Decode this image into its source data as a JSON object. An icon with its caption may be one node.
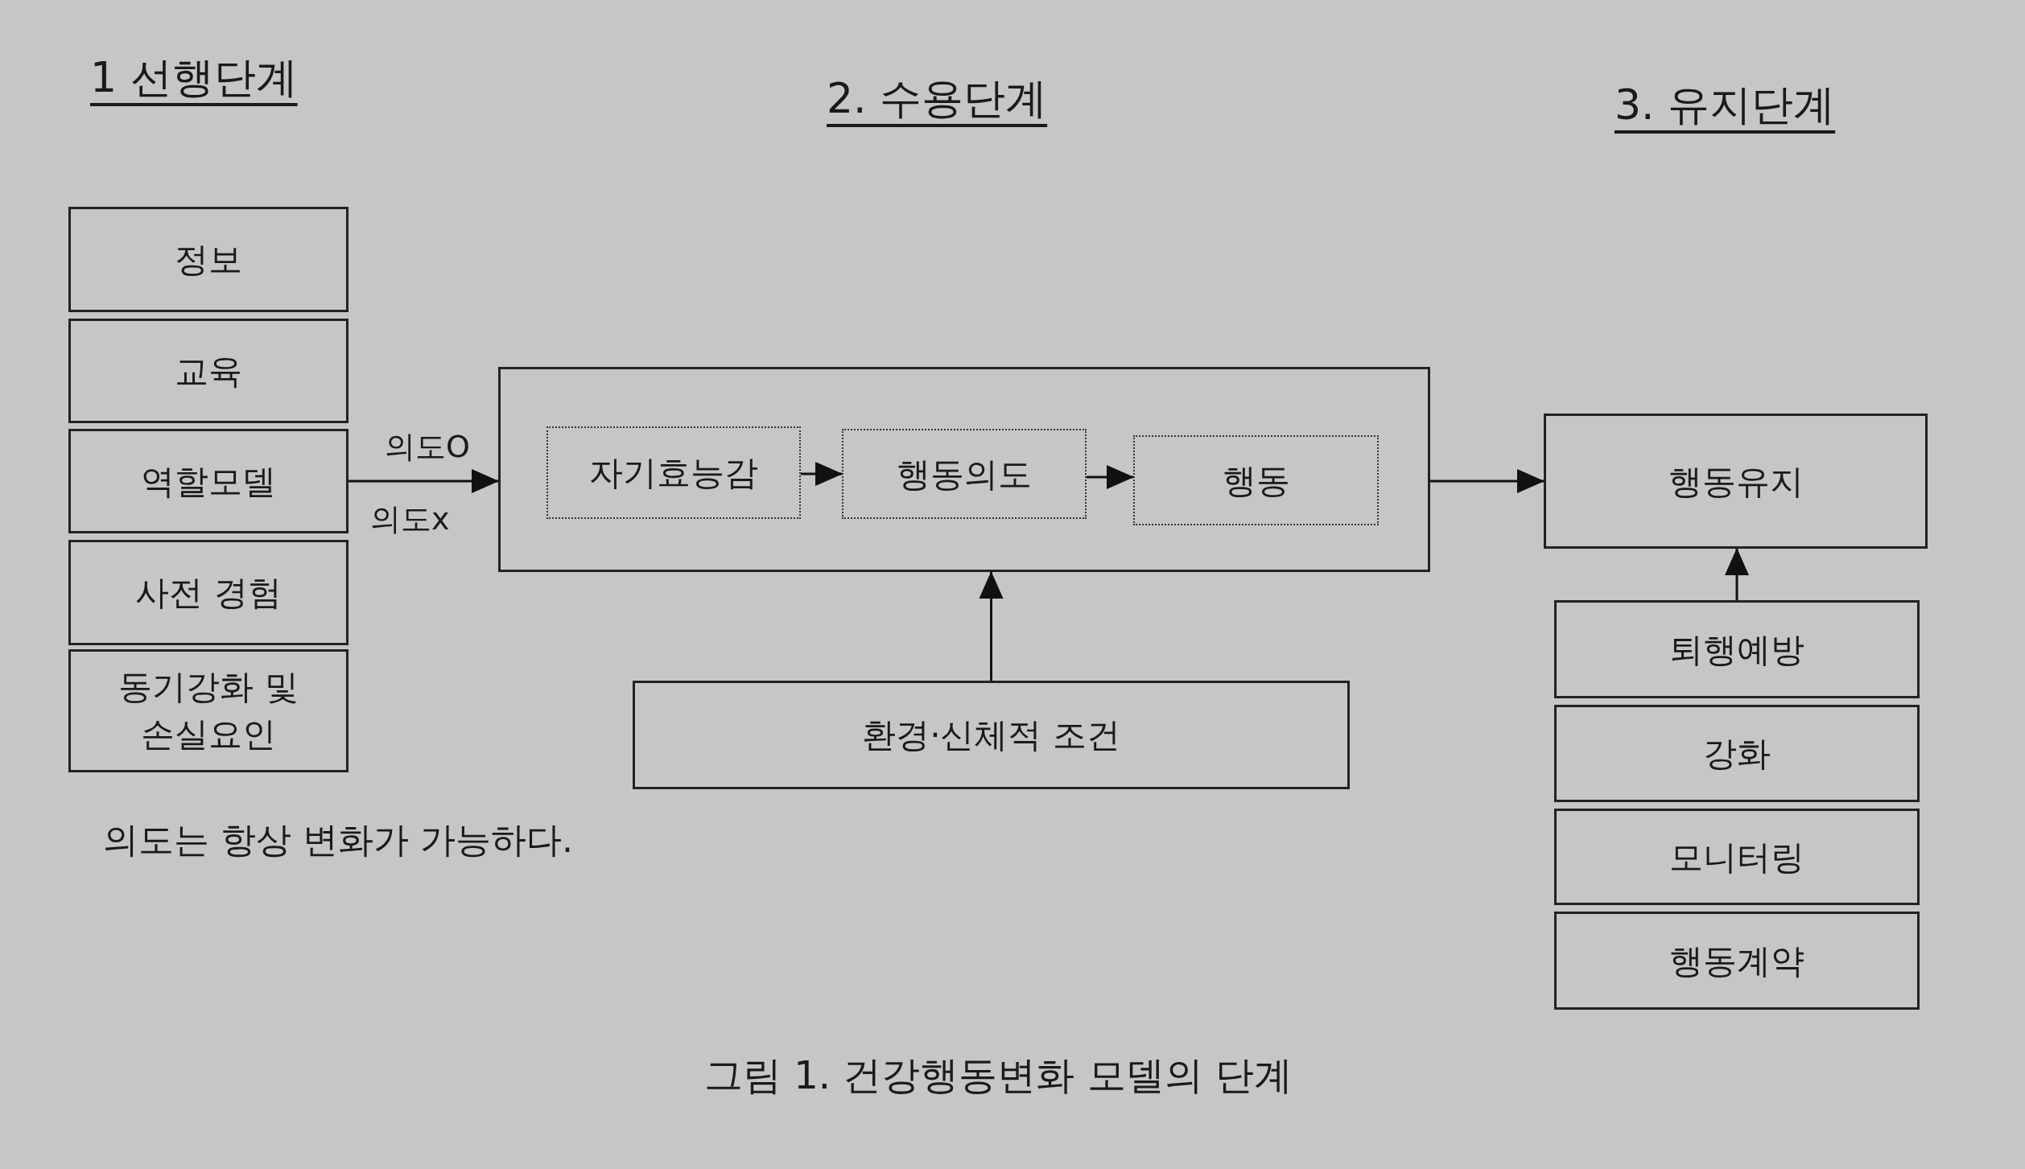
{
  "diagram": {
    "caption": "그림 1. 건강행동변화 모델의 단계",
    "nodes": [
      {
        "text": [
          "정보"
        ]
      },
      {
        "text": [
          "교육"
        ]
      },
      {
        "text": [
          "역할모델"
        ]
      },
      {
        "text": [
          "사전 경험"
        ]
      },
      {
        "text": [
          "동기강화 및 손실요인"
        ]
      },
      {
        "text": [],
        "shape": "box"
      },
      {
        "text": [
          "자기효능감"
        ],
        "in": 5
      },
      {
        "text": [
          "행동의도"
        ],
        "in": 5
      },
      {
        "text": [
          "행동"
        ],
        "in": 5
      },
      {
        "text": [
          "환경·신체적 조건"
        ]
      },
      {
        "text": [
          "행동유지"
        ]
      },
      {
        "text": [
          "퇴행예방"
        ]
      },
      {
        "text": [
          "강화"
        ]
      },
      {
        "text": [
          "모니터링"
        ]
      },
      {
        "text": [
          "행동계약"
        ]
      }
    ],
    "edges": [
      {
        "from": 2,
        "to": 5,
        "arrow": "to"
      },
      {
        "from": 6,
        "to": 7,
        "arrow": "to"
      },
      {
        "from": 7,
        "to": 8,
        "arrow": "to"
      },
      {
        "from": 9,
        "to": 5,
        "arrow": "to"
      },
      {
        "from": 5,
        "to": 10,
        "arrow": "to"
      },
      {
        "from": 11,
        "to": 10,
        "arrow": "to"
      }
    ],
    "labels": [
      "1 선행단계",
      "2. 수용단계",
      "3. 유지단계",
      "의도O",
      "의도x",
      "의도는 항상 변화가 가능하다."
    ]
  }
}
